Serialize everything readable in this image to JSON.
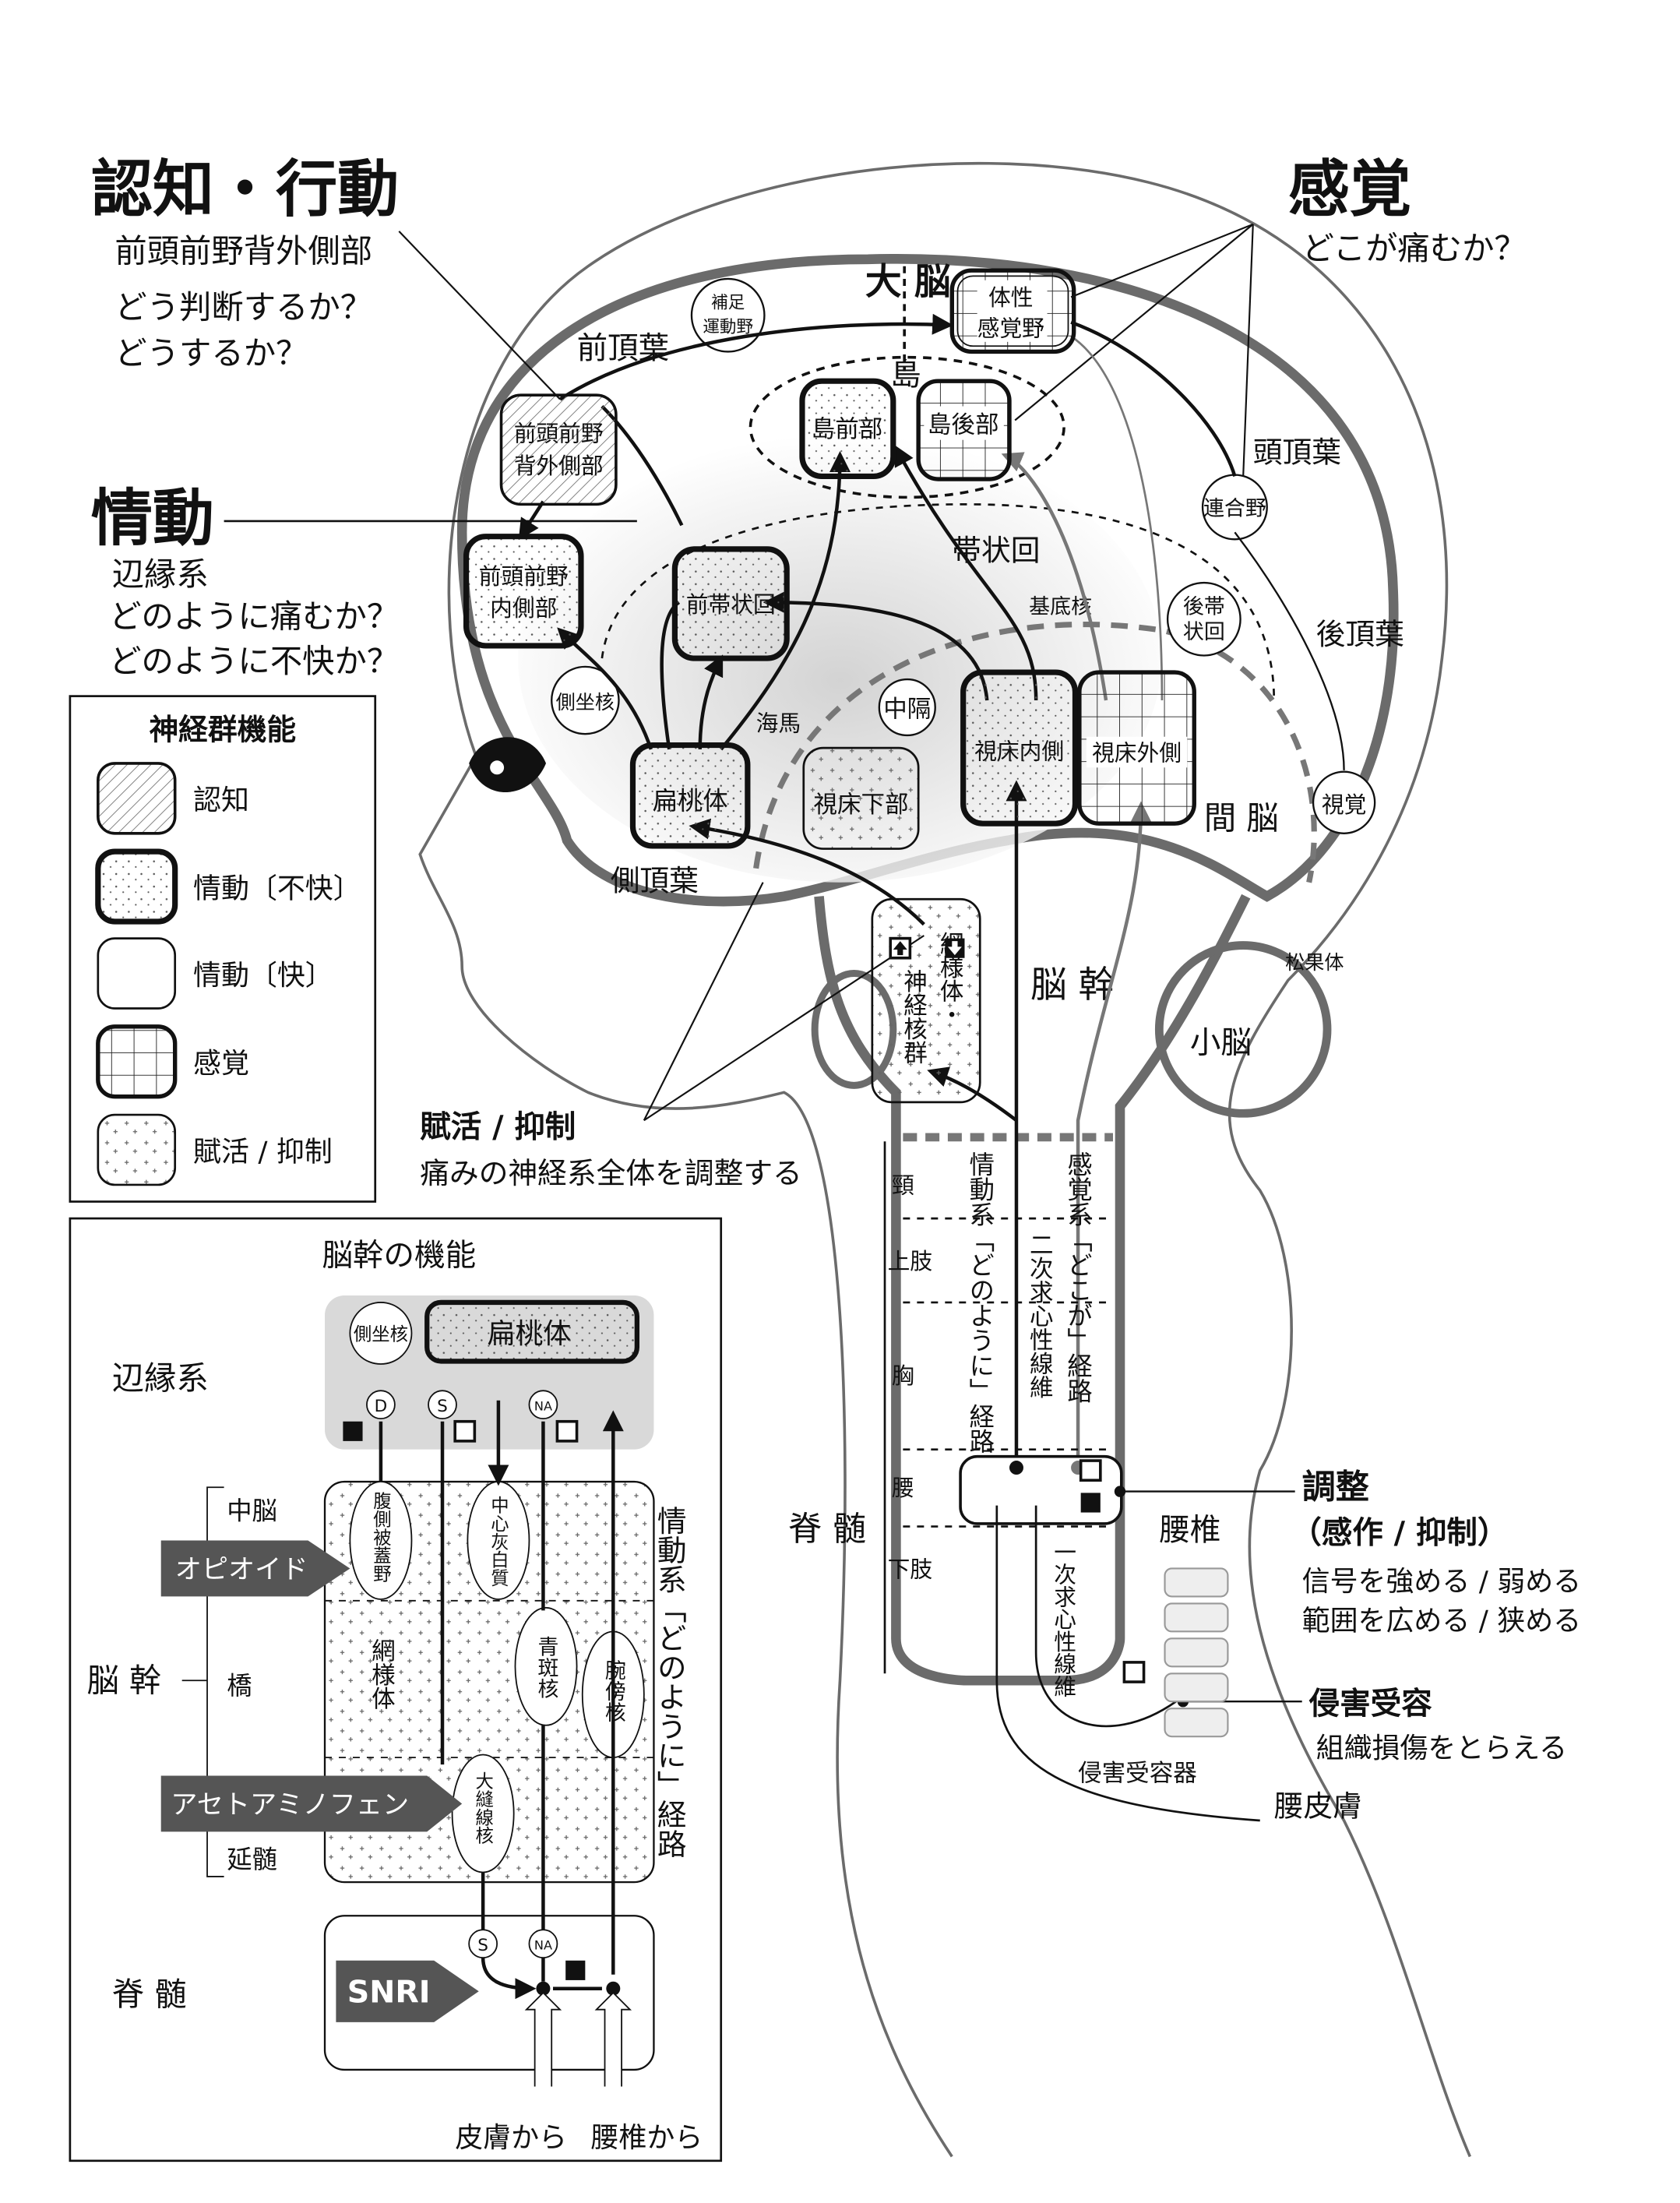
{
  "headings": {
    "cognition": {
      "title": "認知・行動",
      "region": "前頭前野背外側部",
      "q1": "どう判断するか？",
      "q2": "どうするか？"
    },
    "emotion": {
      "title": "情動",
      "region": "辺縁系",
      "q1": "どのように痛むか？",
      "q2": "どのように不快か？"
    },
    "sensation": {
      "title": "感覚",
      "q1": "どこが痛むか？"
    }
  },
  "brain_labels": {
    "cerebrum": "大 脳",
    "insula": "島",
    "frontal_parietal": "前頂葉",
    "sma": [
      "補足",
      "運動野"
    ],
    "parietal": "頭頂葉",
    "cingulate": "帯状回",
    "basal_ganglia": "基底核",
    "posterior_cingulate": [
      "後帯",
      "状回"
    ],
    "posterior_parietal": "後頂葉",
    "septum": "中隔",
    "hippocampus": "海馬",
    "nucleus_accumbens": "側坐核",
    "diencephalon": "間 脳",
    "visual": "視覚",
    "temporal": "側頂葉",
    "pineal": "松果体",
    "brainstem": "脳 幹",
    "cerebellum": "小脳",
    "association": "連合野"
  },
  "boxes": {
    "somatosensory": [
      "体性",
      "感覚野"
    ],
    "anterior_insula": "島前部",
    "posterior_insula": "島後部",
    "dlpfc": [
      "前頭前野",
      "背外側部"
    ],
    "mpfc": [
      "前頭前野",
      "内側部"
    ],
    "acc": "前帯状回",
    "amygdala": "扁桃体",
    "hypothalamus": "視床下部",
    "medial_thalamus": "視床内側",
    "lateral_thalamus": "視床外側",
    "nuclei": "神経核群",
    "reticular": "網様体・"
  },
  "legend": {
    "title": "神経群機能",
    "items": [
      "認知",
      "情動〔不快〕",
      "情動〔快〕",
      "感覚",
      "賦活 / 抑制"
    ]
  },
  "modulation": {
    "title": "賦活 / 抑制",
    "desc": "痛みの神経系全体を調整する"
  },
  "spine": {
    "segments": [
      "頸",
      "上肢",
      "胸",
      "腰",
      "下肢"
    ],
    "spinal_cord": "脊 髄",
    "emotional_path": "情動系「どのように」経路",
    "secondary_fiber": "二次求心性線維",
    "sensory_path": "感覚系「どこが」経路",
    "primary_fiber": "一次求心性線維",
    "lumbar": "腰椎",
    "receptor": "侵害受容器",
    "skin": "腰皮膚"
  },
  "adjustment": {
    "title": "調整",
    "subtitle": "（感作 / 抑制）",
    "l1": "信号を強める / 弱める",
    "l2": "範囲を広める / 狭める"
  },
  "nociception": {
    "title": "侵害受容",
    "desc": "組織損傷をとらえる"
  },
  "brainstem_panel": {
    "title": "脳幹の機能",
    "rows": {
      "limbic": "辺縁系",
      "brainstem": "脳 幹",
      "spinal": "脊 髄"
    },
    "subrows": [
      "中脳",
      "橋",
      "延髄"
    ],
    "nodes": {
      "accumbens": "側坐核",
      "amygdala": "扁桃体",
      "vta": "腹側被蓋野",
      "pag": "中心灰白質",
      "reticular": "網様体",
      "lc": "青斑核",
      "pb": "腕傍核",
      "raphe": "大縫線核"
    },
    "transmitters": {
      "d": "D",
      "s": "S",
      "na": "NA"
    },
    "drugs": [
      "オピオイド",
      "アセトアミノフェン",
      "SNRI"
    ],
    "path_label": "情動系「どのように」経路",
    "from_skin": "皮膚から",
    "from_lumbar": "腰椎から"
  },
  "colors": {
    "outline_gray": "#6b6b6b",
    "drug_arrow": "#555555",
    "panel_gray": "#d9d9d9"
  }
}
